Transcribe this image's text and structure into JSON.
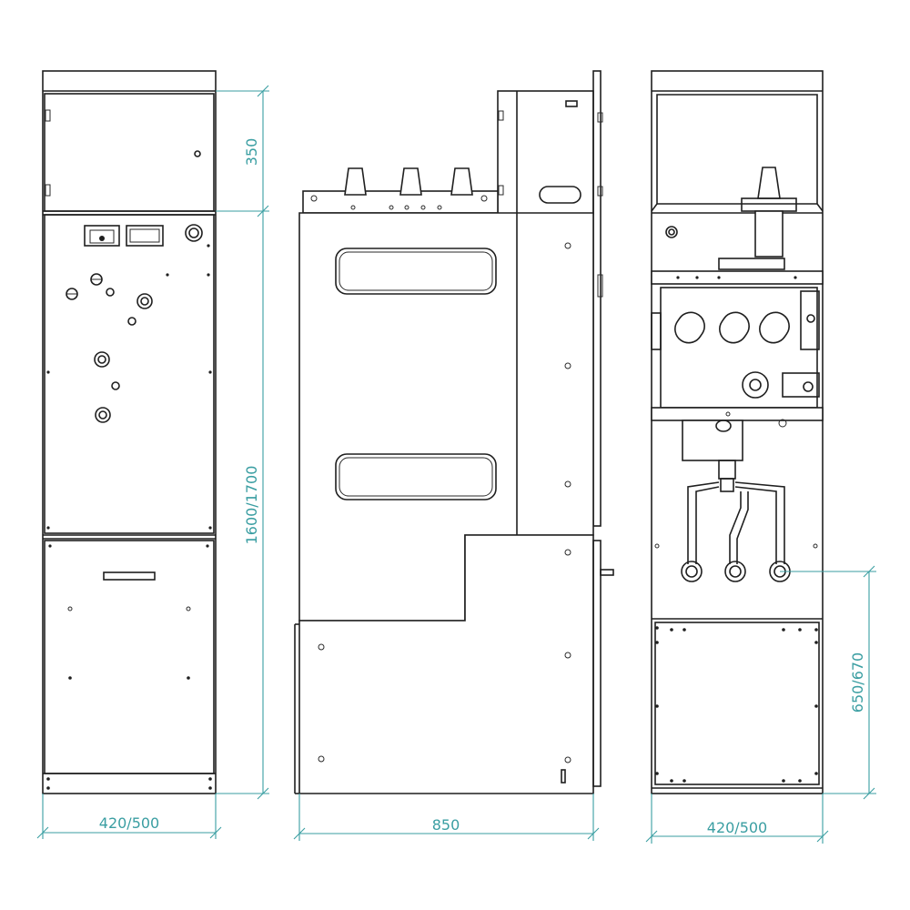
{
  "colors": {
    "line": "#1f1f1f",
    "dimension": "#3a9ea2",
    "background": "#ffffff"
  },
  "dimensions": {
    "front_top_height": "350",
    "front_total_height": "1600/1700",
    "front_width": "420/500",
    "side_depth": "850",
    "rear_width": "420/500",
    "rear_cable_height": "650/670"
  }
}
